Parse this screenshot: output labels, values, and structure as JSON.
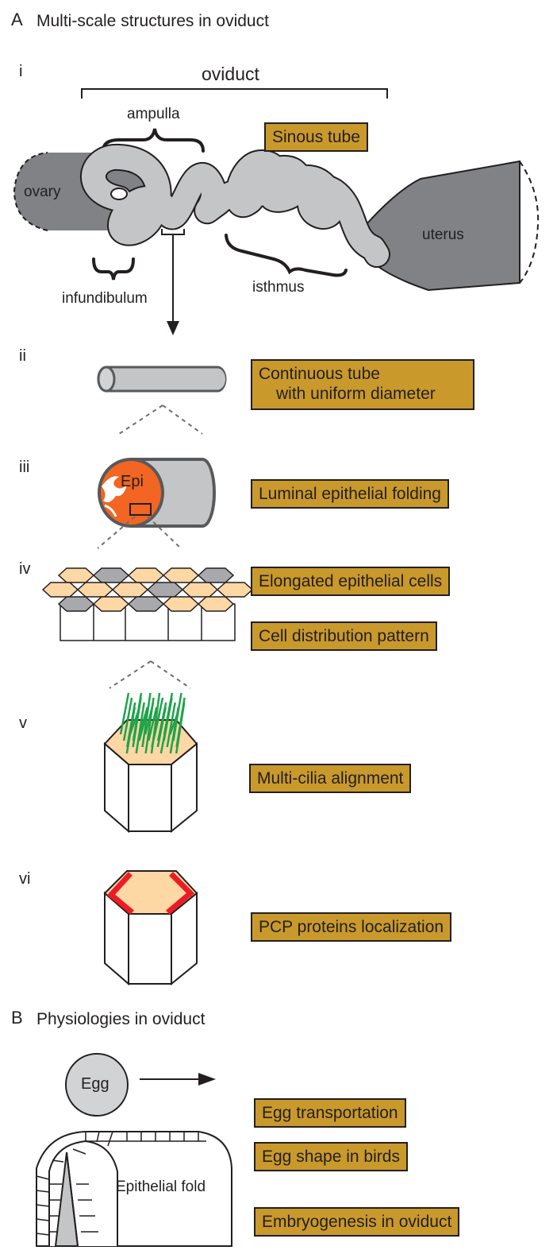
{
  "panelA": {
    "letter": "A",
    "title": "Multi-scale structures in oviduct",
    "roman": [
      "i",
      "ii",
      "iii",
      "iv",
      "v",
      "vi"
    ],
    "labels": {
      "oviduct": "oviduct",
      "ampulla": "ampulla",
      "ovary": "ovary",
      "uterus": "uterus",
      "infundibulum": "infundibulum",
      "isthmus": "isthmus",
      "epi": "Epi"
    },
    "boxes": {
      "sinous": "Sinous tube",
      "continuous1": "Continuous tube",
      "continuous2": "with uniform diameter",
      "luminal": "Luminal epithelial folding",
      "elongated": "Elongated epithelial cells",
      "distribution": "Cell distribution pattern",
      "cilia": "Multi-cilia alignment",
      "pcp": "PCP proteins localization"
    }
  },
  "panelB": {
    "letter": "B",
    "title": "Physiologies in oviduct",
    "labels": {
      "egg": "Egg",
      "fold": "Epithelial fold"
    },
    "boxes": {
      "transport": "Egg transportation",
      "shape": "Egg shape in birds",
      "embryo": "Embryogenesis in oviduct"
    }
  },
  "colors": {
    "box_fill": "#c9992b",
    "tube_gray": "#c4c5c7",
    "dark_gray": "#808285",
    "epi_orange": "#f26522",
    "cell_peach": "#fdd7a4",
    "cilia_green": "#1fa34a",
    "pcp_red": "#ed1c24"
  }
}
